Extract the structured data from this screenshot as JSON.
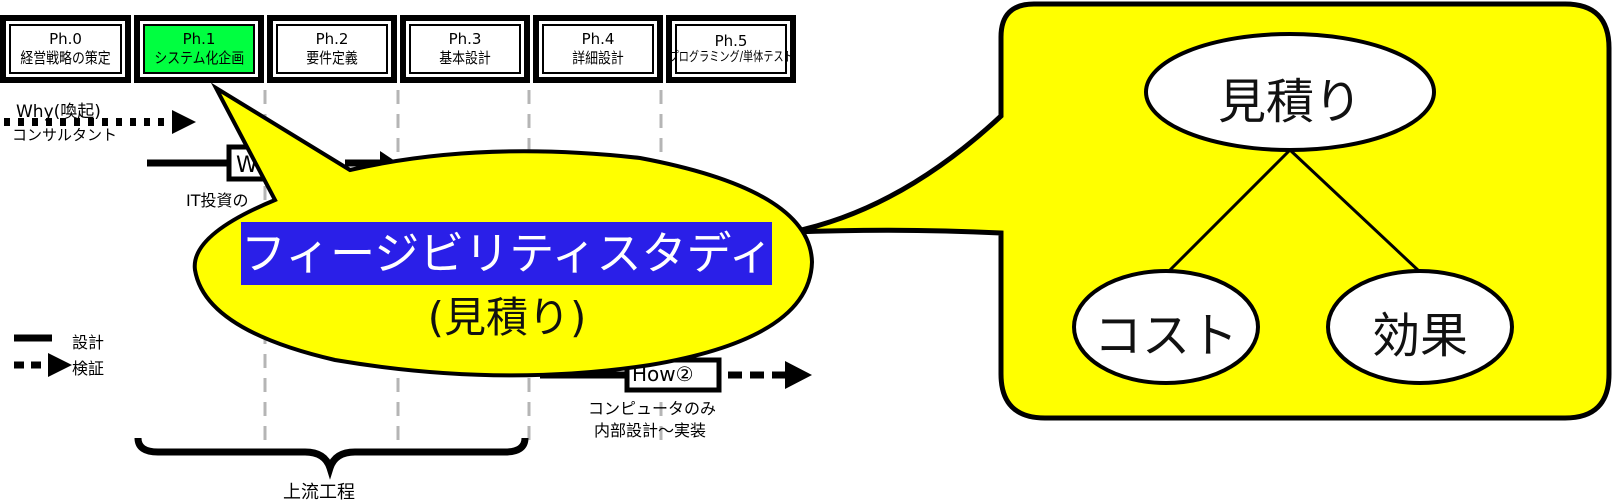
{
  "phases": [
    {
      "code": "Ph.0",
      "name": "経営戦略の策定"
    },
    {
      "code": "Ph.1",
      "name": "システム化企画"
    },
    {
      "code": "Ph.2",
      "name": "要件定義"
    },
    {
      "code": "Ph.3",
      "name": "基本設計"
    },
    {
      "code": "Ph.4",
      "name": "詳細設計"
    },
    {
      "code": "Ph.5",
      "name": "プログラミング/単体テスト"
    }
  ],
  "why": {
    "title": "Why(喚起)",
    "sub": "コンサルタント"
  },
  "it_invest": "IT投資の",
  "legend": {
    "design": "設計",
    "verify": "検証"
  },
  "how2": {
    "title": "How②",
    "line1": "コンピュータのみ",
    "line2": "内部設計～実装"
  },
  "upstream": "上流工程",
  "bubble": {
    "main": "フィージビリティスタディ",
    "sub": "(見積り)"
  },
  "tree": {
    "root": "見積り",
    "left": "コスト",
    "right": "効果"
  },
  "colors": {
    "active_phase": "#00ff40",
    "bubble_fill": "#ffff00",
    "highlight": "#2a1fe8"
  }
}
